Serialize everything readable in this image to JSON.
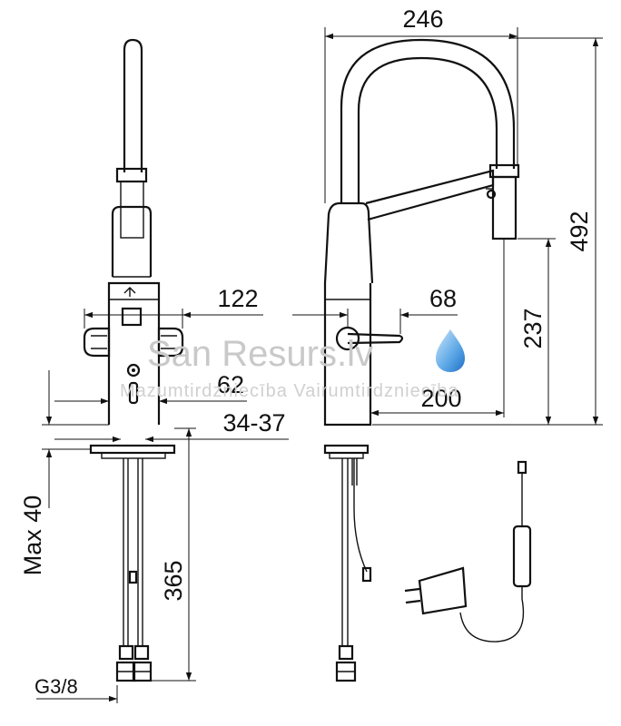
{
  "dimensions": {
    "width_total": "246",
    "height_total": "492",
    "spout_height": "237",
    "spout_reach": "200",
    "lever_offset": "68",
    "front_width": "122",
    "base_width": "62",
    "hole_diameter": "34-37",
    "max_thickness": "Max  40",
    "hose_length": "365",
    "thread": "G3/8"
  },
  "watermark": {
    "brand": "San Resurs.lv",
    "tagline": "Mazumtirdzniecība Vairumtirdzniecība"
  },
  "colors": {
    "line": "#111111",
    "watermark_text": "#c9c9c9",
    "drop_light": "#bfe0f7",
    "drop_dark": "#2b7fd0"
  }
}
